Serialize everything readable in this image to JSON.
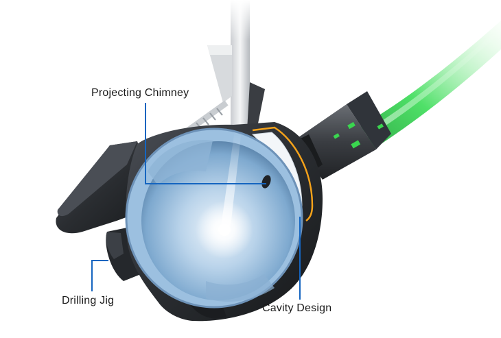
{
  "callouts": {
    "projecting_chimney": "Projecting Chimney",
    "drilling_jig": "Drilling Jig",
    "cavity_design": "Cavity Design"
  },
  "colors": {
    "leader_line": "#1565c0",
    "tube_green": "#3fcf55",
    "cavity_outline": "#f5a21a",
    "housing": "#2a2d31",
    "bowl_blue": "#7fb0d8"
  }
}
